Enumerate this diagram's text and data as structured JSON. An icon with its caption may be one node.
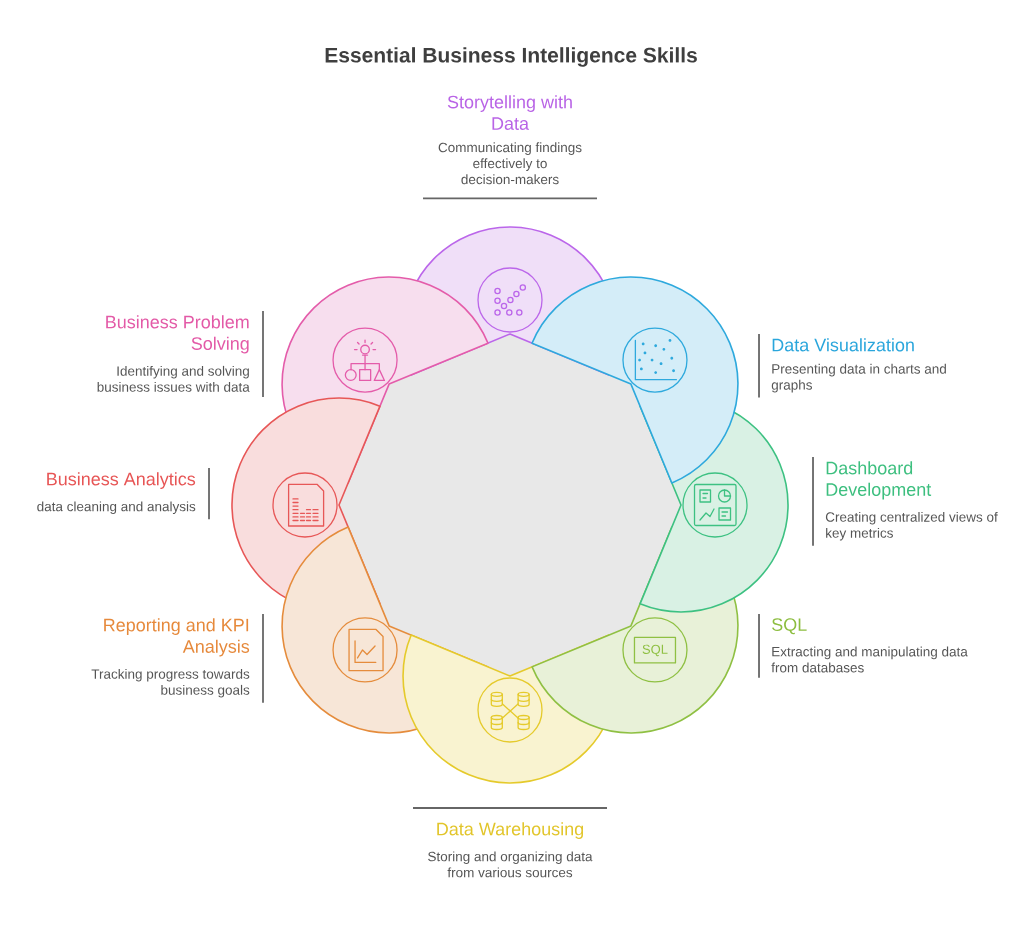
{
  "diagram": {
    "title": "Essential Business Intelligence Skills",
    "nodes": [
      {
        "text": [
          "Storytelling with Data",
          "Communicating findings effectively to decision-makers"
        ]
      },
      {
        "text": [
          "Data Visualization",
          "Presenting data in charts and graphs"
        ]
      },
      {
        "text": [
          "Dashboard Development",
          "Creating centralized views of key metrics"
        ]
      },
      {
        "text": [
          "SQL",
          "Extracting and manipulating data from databases"
        ]
      },
      {
        "text": [
          "Data Warehousing",
          "Storing and organizing data from various sources"
        ]
      },
      {
        "text": [
          "Reporting and KPI Analysis",
          "Tracking progress towards business goals"
        ]
      },
      {
        "text": [
          "Business Analytics",
          "data cleaning and analysis"
        ]
      },
      {
        "text": [
          "Business Problem Solving",
          "Identifying and solving business issues with data"
        ]
      }
    ],
    "labels": [
      "SQL"
    ]
  }
}
